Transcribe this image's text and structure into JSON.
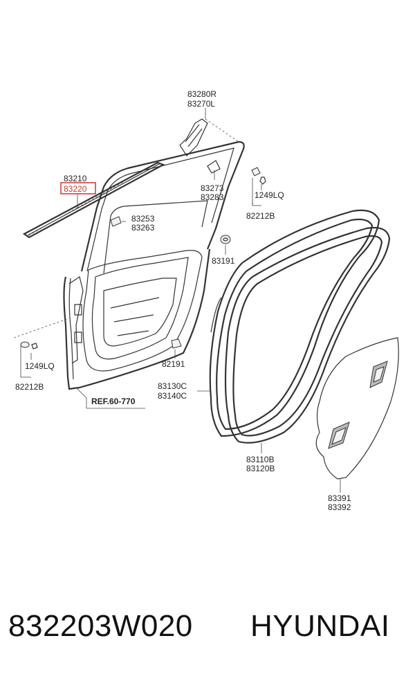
{
  "labels": {
    "l83280r": "83280R",
    "l83270l": "83270L",
    "l83210": "83210",
    "l83220": "83220",
    "l83273": "83273",
    "l83283": "83283",
    "l1249lq_top": "1249LQ",
    "l82212b_top": "82212B",
    "l83253": "83253",
    "l83263": "83263",
    "l83191": "83191",
    "l1249lq_left": "1249LQ",
    "l82212b_left": "82212B",
    "l82191": "82191",
    "l83130c": "83130C",
    "l83140c": "83140C",
    "ref": "REF.60-770",
    "l83110b": "83110B",
    "l83120b": "83120B",
    "l83391": "83391",
    "l83392": "83392"
  },
  "highlight_color": "#d0312d",
  "footer": {
    "part_number": "832203W020",
    "brand": "HYUNDAI"
  }
}
